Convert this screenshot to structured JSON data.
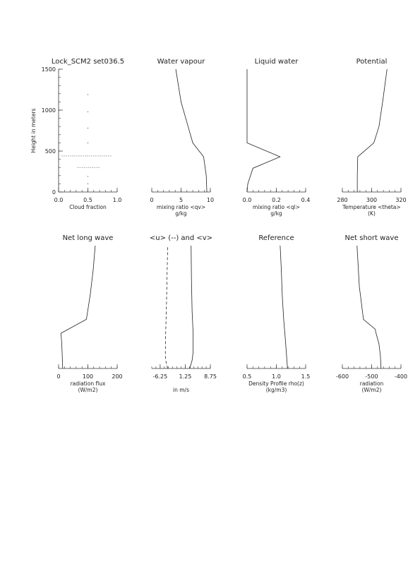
{
  "chart_data": [
    {
      "type": "line",
      "title": "Lock_SCM2 set036.5",
      "xlabel": "Cloud fraction",
      "xlabel2": "",
      "ylabel": "Height in meters",
      "xlim": [
        0,
        1
      ],
      "ylim": [
        0,
        1500
      ],
      "xticks": [
        0,
        0.5,
        1
      ],
      "xtick_labels": [
        "0.0",
        "0.5",
        "1.0"
      ],
      "yticks": [
        0,
        500,
        1000,
        1500
      ],
      "ytick_labels": [
        "0",
        "500",
        "1000",
        "1500"
      ],
      "minor": 10,
      "series": [
        {
          "style": "dots",
          "x": [
            0.5,
            0.5,
            0.5,
            0.5,
            0.5,
            0.5
          ],
          "y": [
            100,
            190,
            600,
            780,
            980,
            1190
          ]
        },
        {
          "style": "hdash",
          "y": [
            440,
            300
          ],
          "x1": [
            0.05,
            0.32
          ],
          "x2": [
            0.92,
            0.7
          ]
        }
      ]
    },
    {
      "type": "line",
      "title": "Water vapour",
      "xlabel": "mixing ratio <qv>",
      "xlabel2": "g/kg",
      "xlim": [
        0,
        10
      ],
      "ylim": [
        0,
        1500
      ],
      "xticks": [
        0,
        5,
        10
      ],
      "xtick_labels": [
        "0",
        "5",
        "10"
      ],
      "minor": 10,
      "series": [
        {
          "style": "solid",
          "x": [
            9.4,
            9.3,
            8.85,
            7.0,
            6.2,
            5.0,
            4.1
          ],
          "y": [
            0,
            200,
            430,
            600,
            800,
            1100,
            1500
          ]
        }
      ]
    },
    {
      "type": "line",
      "title": "Liquid water",
      "xlabel": "mixing ratio <ql>",
      "xlabel2": "g/kg",
      "xlim": [
        0,
        0.4
      ],
      "ylim": [
        0,
        1500
      ],
      "xticks": [
        0,
        0.2,
        0.4
      ],
      "xtick_labels": [
        "0.0",
        "0.2",
        "0.4"
      ],
      "minor": 10,
      "series": [
        {
          "style": "solid",
          "x": [
            0.0,
            0.005,
            0.04,
            0.225,
            0.0,
            0.0,
            0.0
          ],
          "y": [
            0,
            100,
            290,
            430,
            600,
            1000,
            1500
          ]
        }
      ]
    },
    {
      "type": "line",
      "title": "Potential",
      "xlabel": "Temperature <theta>",
      "xlabel2": "(K)",
      "xlim": [
        280,
        320
      ],
      "ylim": [
        0,
        1500
      ],
      "xticks": [
        280,
        300,
        320
      ],
      "xtick_labels": [
        "280",
        "300",
        "320"
      ],
      "minor": 10,
      "series": [
        {
          "style": "solid",
          "x": [
            290.2,
            290.2,
            290.5,
            301.5,
            305.0,
            307.5,
            310.5
          ],
          "y": [
            0,
            200,
            430,
            600,
            800,
            1100,
            1500
          ]
        }
      ]
    },
    {
      "type": "line",
      "title": "Net long wave",
      "xlabel": "radiation flux",
      "xlabel2": "(W/m2)",
      "xlim": [
        0,
        200
      ],
      "ylim": [
        0,
        1500
      ],
      "xticks": [
        0,
        100,
        200
      ],
      "xtick_labels": [
        "0",
        "100",
        "200"
      ],
      "minor": 10,
      "series": [
        {
          "style": "solid",
          "x": [
            14,
            12,
            10,
            8,
            95,
            108,
            118,
            125
          ],
          "y": [
            0,
            200,
            350,
            430,
            600,
            900,
            1200,
            1500
          ]
        }
      ]
    },
    {
      "type": "line",
      "title": "<u> (--) and <v>",
      "xlabel": "",
      "xlabel2": "in m/s",
      "xlim": [
        -8.75,
        8.75
      ],
      "ylim": [
        0,
        1500
      ],
      "xticks": [
        -6.25,
        1.25,
        8.75
      ],
      "xtick_labels": [
        "-6.25",
        "1.25",
        "8.75"
      ],
      "minor": 14,
      "series": [
        {
          "name": "<u>",
          "style": "dashed",
          "x": [
            -4.0,
            -4.6,
            -4.7,
            -4.6,
            -4.4,
            -4.2,
            -4.0
          ],
          "y": [
            0,
            100,
            200,
            430,
            700,
            1100,
            1500
          ]
        },
        {
          "name": "<v>",
          "style": "solid",
          "x": [
            2.6,
            3.3,
            3.6,
            3.6,
            3.3,
            3.1,
            3.0
          ],
          "y": [
            0,
            100,
            200,
            430,
            700,
            1100,
            1500
          ]
        }
      ]
    },
    {
      "type": "line",
      "title": "Reference",
      "xlabel": "Density Profile rho(z)",
      "xlabel2": "(kg/m3)",
      "xlim": [
        0.5,
        1.5
      ],
      "ylim": [
        0,
        1500
      ],
      "xticks": [
        0.5,
        1.0,
        1.5
      ],
      "xtick_labels": [
        "0.5",
        "1.0",
        "1.5"
      ],
      "minor": 10,
      "series": [
        {
          "style": "solid",
          "x": [
            1.19,
            1.17,
            1.145,
            1.125,
            1.1,
            1.085,
            1.065
          ],
          "y": [
            0,
            200,
            430,
            600,
            900,
            1200,
            1500
          ]
        }
      ]
    },
    {
      "type": "line",
      "title": "Net short wave",
      "xlabel": "radiation",
      "xlabel2": "(W/m2)",
      "xlim": [
        -600,
        -400
      ],
      "ylim": [
        0,
        1500
      ],
      "xticks": [
        -600,
        -500,
        -400
      ],
      "xtick_labels": [
        "-600",
        "-500",
        "-400"
      ],
      "minor": 10,
      "series": [
        {
          "style": "solid",
          "x": [
            -468,
            -470,
            -475,
            -485,
            -488,
            -528,
            -542,
            -550
          ],
          "y": [
            0,
            150,
            300,
            430,
            480,
            600,
            1000,
            1500
          ]
        }
      ]
    }
  ]
}
